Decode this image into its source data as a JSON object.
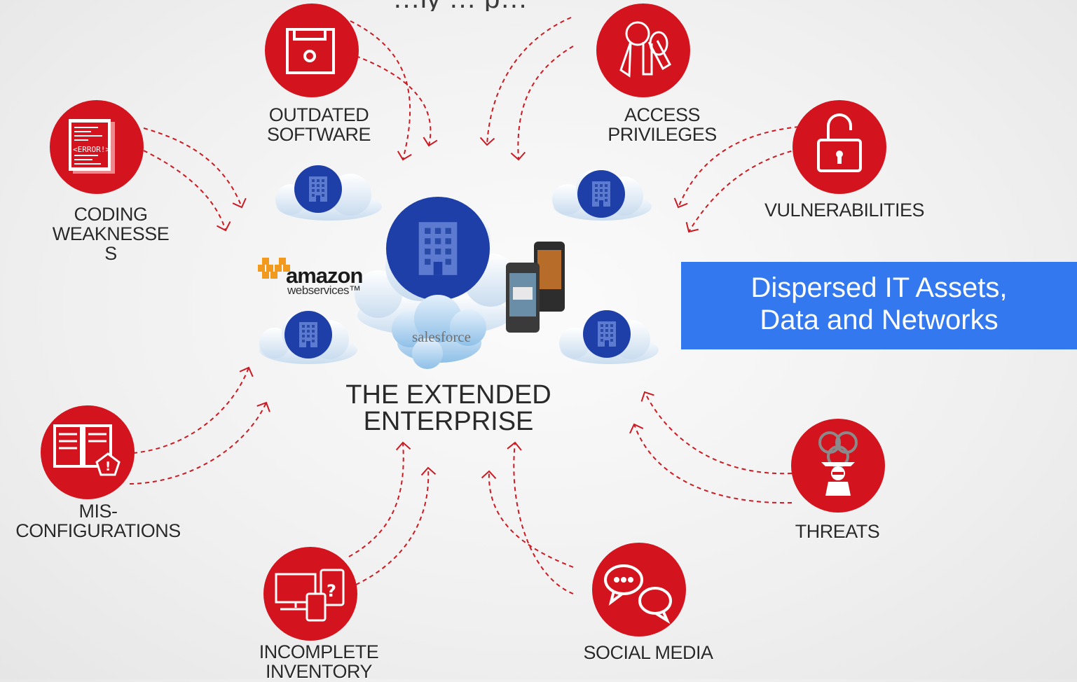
{
  "header_partial": "…ly … p…",
  "center": {
    "title_line1": "THE EXTENDED",
    "title_line2": "ENTERPRISE"
  },
  "callout": {
    "line1": "Dispersed IT Assets,",
    "line2": "Data and Networks"
  },
  "logos": {
    "aws_main": "amazon",
    "aws_sub": "webservices™",
    "salesforce": "salesforce"
  },
  "nodes": [
    {
      "id": "outdated-software",
      "icon": "floppy-disk-icon",
      "lines": [
        "OUTDATED",
        "SOFTWARE"
      ]
    },
    {
      "id": "access-privileges",
      "icon": "keys-icon",
      "lines": [
        "ACCESS",
        "PRIVILEGES"
      ]
    },
    {
      "id": "coding-weaknesses",
      "icon": "code-error-document-icon",
      "lines": [
        "CODING",
        "WEAKNESSE",
        "S"
      ]
    },
    {
      "id": "vulnerabilities",
      "icon": "open-padlock-icon",
      "lines": [
        "VULNERABILITIES"
      ]
    },
    {
      "id": "misconfigurations",
      "icon": "server-warning-icon",
      "lines": [
        "MIS-",
        "CONFIGURATIONS"
      ]
    },
    {
      "id": "threats",
      "icon": "biohazard-spy-icon",
      "lines": [
        "THREATS"
      ]
    },
    {
      "id": "incomplete-inventory",
      "icon": "devices-question-icon",
      "lines": [
        "INCOMPLETE",
        "INVENTORY"
      ]
    },
    {
      "id": "social-media",
      "icon": "chat-bubbles-icon",
      "lines": [
        "SOCIAL MEDIA"
      ]
    }
  ],
  "colors": {
    "node_red": "#d3141e",
    "arrow_red": "#cc1a22",
    "cloud_building_blue": "#1e3fa8",
    "callout_blue": "#3478f0"
  }
}
